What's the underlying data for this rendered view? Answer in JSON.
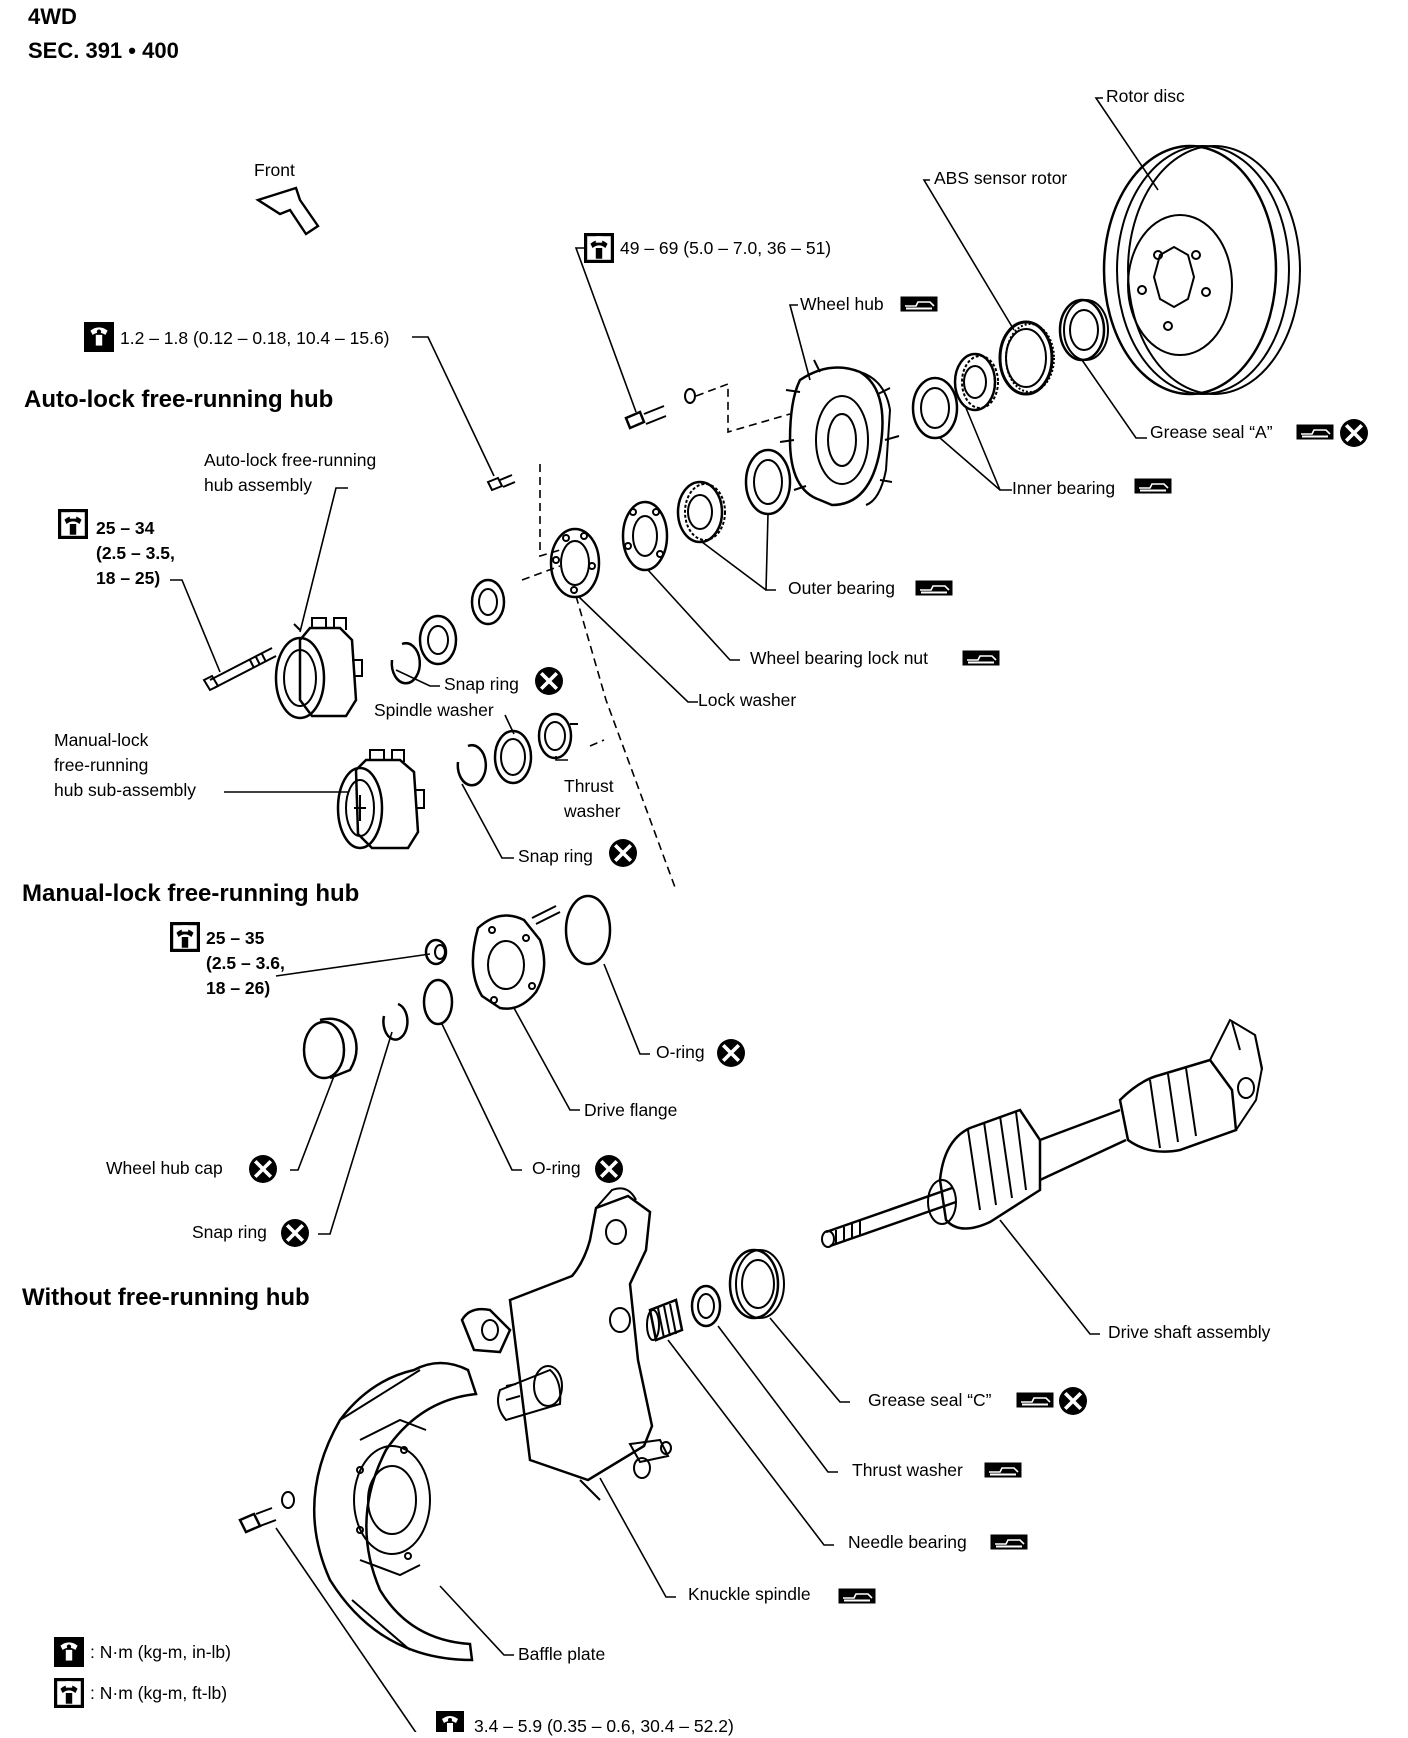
{
  "header": {
    "line1": "4WD",
    "line2": "SEC. 391 • 400"
  },
  "sections": {
    "auto_lock": "Auto-lock free-running hub",
    "manual_lock": "Manual-lock free-running hub",
    "without": "Without free-running hub"
  },
  "front_label": "Front",
  "labels": {
    "rotor_disc": "Rotor disc",
    "abs_sensor_rotor": "ABS sensor rotor",
    "torque_wheel_hub_bolt": "49 – 69 (5.0 – 7.0, 36 – 51)",
    "wheel_hub": "Wheel hub",
    "torque_hub_screw": "1.2 – 1.8 (0.12 – 0.18, 10.4 – 15.6)",
    "grease_seal_a": "Grease seal “A”",
    "inner_bearing": "Inner bearing",
    "auto_lock_assembly": "Auto-lock free-running\nhub assembly",
    "torque_auto_lock_bolt": "25 – 34\n(2.5 – 3.5,\n18 – 25)",
    "outer_bearing": "Outer bearing",
    "wheel_bearing_lock_nut": "Wheel bearing lock nut",
    "lock_washer": "Lock washer",
    "snap_ring_1": "Snap ring",
    "spindle_washer": "Spindle washer",
    "manual_lock_sub_assembly": "Manual-lock\nfree-running\nhub sub-assembly",
    "thrust_washer_upper": "Thrust\nwasher",
    "snap_ring_2": "Snap ring",
    "torque_drive_flange_nut": "25 – 35\n(2.5 – 3.6,\n18 – 26)",
    "o_ring_1": "O-ring",
    "drive_flange": "Drive flange",
    "wheel_hub_cap": "Wheel hub cap",
    "o_ring_2": "O-ring",
    "snap_ring_3": "Snap ring",
    "drive_shaft_assembly": "Drive shaft assembly",
    "grease_seal_c": "Grease seal “C”",
    "thrust_washer_lower": "Thrust washer",
    "needle_bearing": "Needle bearing",
    "knuckle_spindle": "Knuckle spindle",
    "baffle_plate": "Baffle plate",
    "torque_baffle_bolt": "3.4 – 5.9 (0.35 – 0.6, 30.4 – 52.2)"
  },
  "legend": {
    "in_lb": ": N·m (kg-m, in-lb)",
    "ft_lb": ": N·m (kg-m, ft-lb)"
  },
  "icons": {
    "torque_in_lb": "torque-wrench-in-lb-icon",
    "torque_ft_lb": "torque-wrench-ft-lb-icon",
    "grease": "grease-gun-icon",
    "do_not_reuse": "x-circle-icon",
    "front": "front-arrow-icon"
  }
}
